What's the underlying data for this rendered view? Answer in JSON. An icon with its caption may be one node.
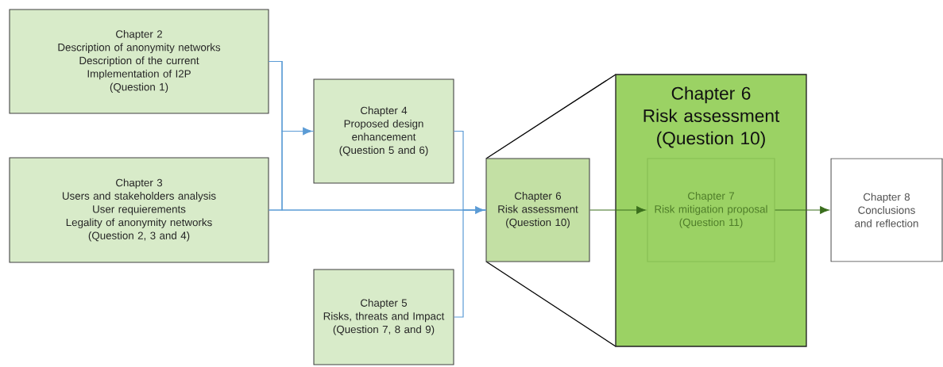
{
  "diagram": {
    "nodes": [
      {
        "text": [
          "Chapter 2",
          "Description of anonymity networks",
          "Description of the current",
          "Implementation of I2P",
          "(Question 1)"
        ]
      },
      {
        "text": [
          "Chapter 3",
          "Users and stakeholders analysis",
          "User requierements",
          "Legality of anonymity networks",
          "(Question 2, 3 and 4)"
        ]
      },
      {
        "text": [
          "Chapter 4",
          "Proposed design enhancement",
          "(Question 5 and 6)"
        ]
      },
      {
        "text": [
          "Chapter 5",
          "Risks, threats and Impact",
          "(Question 7, 8 and 9)"
        ]
      },
      {
        "text": [
          "Chapter 6",
          "Risk assessment",
          "(Question 10)"
        ]
      },
      {
        "text": [
          "Chapter 6",
          "Risk assessment",
          "(Question 10)"
        ]
      },
      {
        "text": [
          "Chapter 7",
          "Risk mitigation proposal",
          "(Question 11)"
        ],
        "in": 5
      },
      {
        "text": [
          "Chapter 8",
          "Conclusions and reflection"
        ]
      }
    ],
    "edges": [
      {
        "from": 0,
        "to": 2,
        "arrow": "to"
      },
      {
        "from": 0,
        "to": 4,
        "arrow": "to"
      },
      {
        "from": 1,
        "to": 2,
        "arrow": "to"
      },
      {
        "from": 1,
        "to": 4,
        "arrow": "to"
      },
      {
        "from": 2,
        "to": 4,
        "arrow": "to"
      },
      {
        "from": 3,
        "to": 4,
        "arrow": "to"
      },
      {
        "from": 4,
        "to": 6,
        "arrow": "to",
        "color": "#3a6e1c"
      },
      {
        "from": 6,
        "to": 7,
        "arrow": "to",
        "color": "#3a6e1c"
      }
    ]
  }
}
